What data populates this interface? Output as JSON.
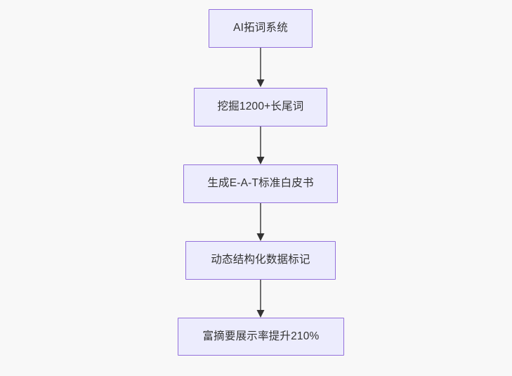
{
  "diagram": {
    "type": "flowchart",
    "direction": "top-to-bottom",
    "background_color": "#f8f8f8",
    "node_fill_color": "#ececfd",
    "node_border_color": "#9370db",
    "node_text_color": "#333333",
    "edge_color": "#6e6e6e",
    "arrowhead_color": "#333333",
    "nodes": [
      {
        "id": "n1",
        "label": "AI拓词系统"
      },
      {
        "id": "n2",
        "label": "挖掘1200+长尾词"
      },
      {
        "id": "n3",
        "label": "生成E-A-T标准白皮书"
      },
      {
        "id": "n4",
        "label": "动态结构化数据标记"
      },
      {
        "id": "n5",
        "label": "富摘要展示率提升210%"
      }
    ],
    "edges": [
      {
        "from": "n1",
        "to": "n2",
        "label": ""
      },
      {
        "from": "n2",
        "to": "n3",
        "label": ""
      },
      {
        "from": "n3",
        "to": "n4",
        "label": ""
      },
      {
        "from": "n4",
        "to": "n5",
        "label": ""
      }
    ]
  }
}
